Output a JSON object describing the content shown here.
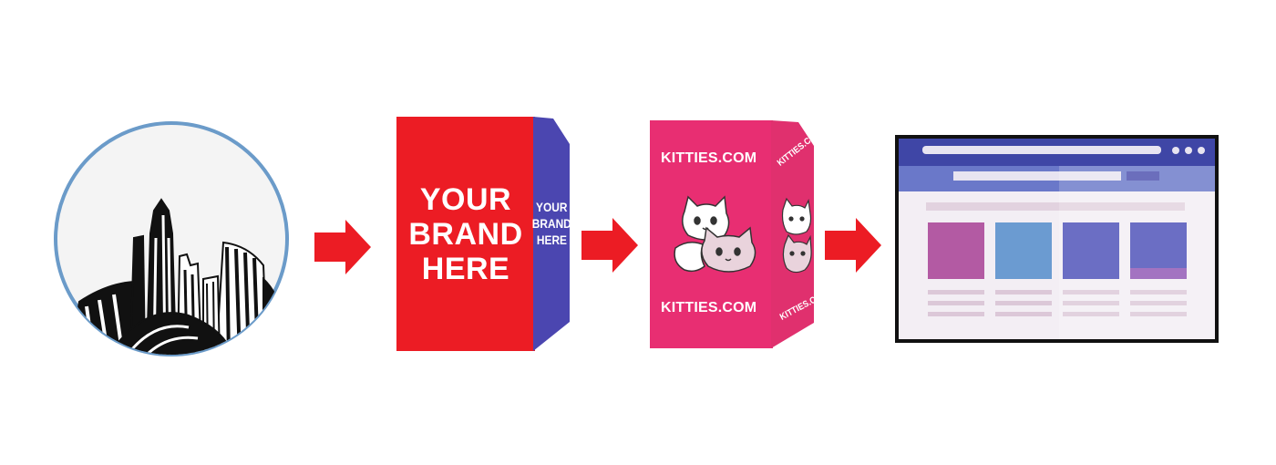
{
  "brand_box": {
    "front_lines": [
      "YOUR",
      "BRAND",
      "HERE"
    ],
    "side_lines": [
      "YOUR",
      "BRAND",
      "HERE"
    ],
    "color": "#ec1c24",
    "side_color": "#4b46b0"
  },
  "kitty_box": {
    "label_top": "KITTIES.COM",
    "label_bottom": "KITTIES.COM",
    "side_label_top": "KITTIES.COM",
    "side_label_bottom": "KITTIES.COM",
    "color": "#e82e72"
  },
  "icons": {
    "city": "city-skyline-icon",
    "arrow": "right-arrow-icon",
    "browser": "browser-window-icon",
    "kittens": "kittens-illustration"
  },
  "colors": {
    "arrow": "#ec1c24",
    "circle_border": "#6b9bc9",
    "browser_header": "#5b6bc0",
    "browser_frame": "#111111"
  }
}
